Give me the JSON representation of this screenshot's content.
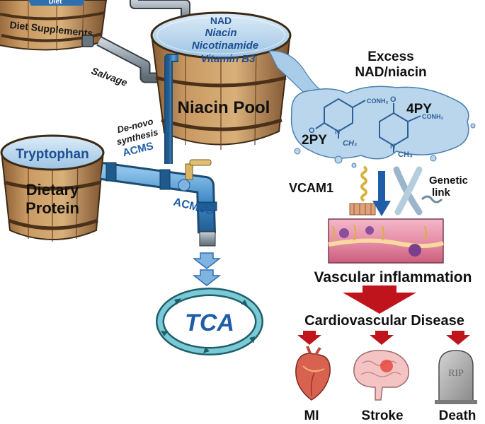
{
  "barrels": {
    "diet_top_label": "Diet Supplements",
    "niacin_pool": "Niacin Pool",
    "tryptophan": "Tryptophan",
    "dietary_protein_line1": "Dietary",
    "dietary_protein_line2": "Protein",
    "top_cropped_label": "Diet"
  },
  "pool_contents": [
    "NAD",
    "Niacin",
    "Nicotinamide",
    "Vitamin B3"
  ],
  "pipe_labels": {
    "salvage": "Salvage",
    "denovo_line1": "De-novo",
    "denovo_line2": "synthesis",
    "acms": "ACMS",
    "acmsd": "ACMSD"
  },
  "tca": "TCA",
  "excess": {
    "line1": "Excess",
    "line2": "NAD/niacin",
    "py2": "2PY",
    "py4": "4PY",
    "conh2_a": "CONH₂",
    "conh2_b": "CONH₂",
    "ch3_a": "CH₃",
    "ch3_b": "CH₃",
    "n_a": "N",
    "n_b": "N",
    "o_a": "O",
    "o_b": "O"
  },
  "mechanism": {
    "vcam1": "VCAM1",
    "genetic_line1": "Genetic",
    "genetic_line2": "link"
  },
  "vascular_inflammation": "Vascular inflammation",
  "cardiovascular_disease": "Cardiovascular Disease",
  "outcomes": {
    "mi": "MI",
    "stroke": "Stroke",
    "death": "Death",
    "rip": "RIP"
  },
  "colors": {
    "wood": "#b98a55",
    "wood_dark": "#7a5230",
    "water": "#b9d6ec",
    "water_text": "#1d4f91",
    "pipe": "#8e9aa4",
    "blue_pipe": "#3f88c5",
    "arrow_red": "#c0141c",
    "arrow_blue": "#1f5da8",
    "tca_ring": "#4aa9b8"
  }
}
